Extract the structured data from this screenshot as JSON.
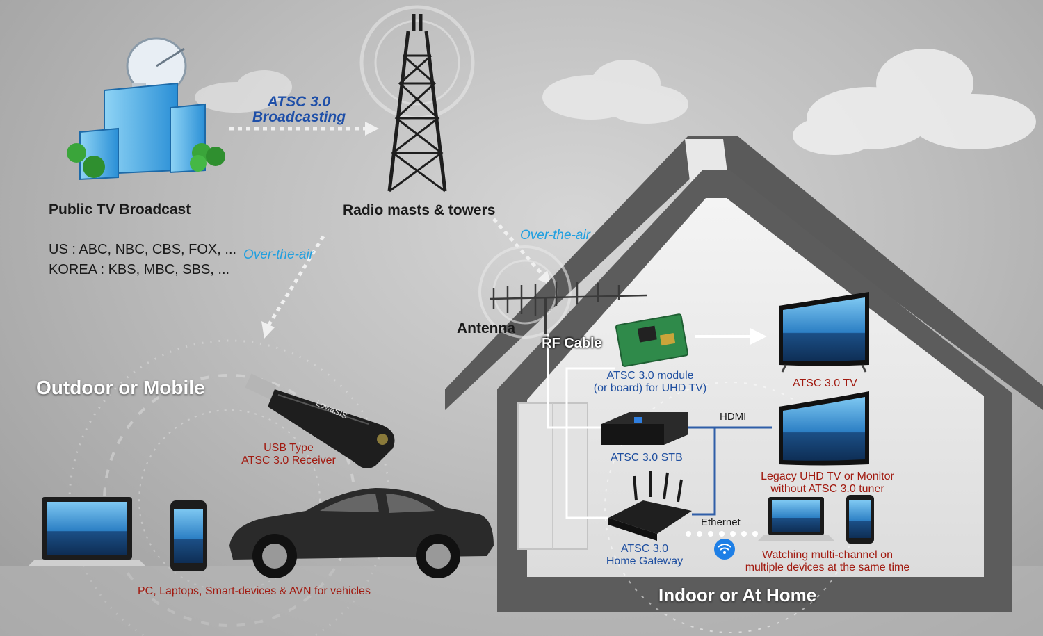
{
  "broadcast": {
    "title": "Public TV Broadcast",
    "line_us": "US : ABC, NBC, CBS, FOX, ...",
    "line_korea": "KOREA : KBS, MBC, SBS, ..."
  },
  "tower": {
    "label": "Radio masts & towers"
  },
  "arrows": {
    "broadcasting_line1": "ATSC 3.0",
    "broadcasting_line2": "Broadcasting",
    "ota_left": "Over-the-air",
    "ota_right": "Over-the-air"
  },
  "outdoor": {
    "title": "Outdoor or Mobile",
    "usb_line1": "USB Type",
    "usb_line2": "ATSC 3.0 Receiver",
    "usb_brand": "LowaSIS",
    "devices_label": "PC, Laptops, Smart-devices & AVN for vehicles"
  },
  "home": {
    "title": "Indoor or At Home",
    "antenna": "Antenna",
    "rf_cable": "RF Cable",
    "module_line1": "ATSC 3.0 module",
    "module_line2": "(or board) for UHD TV)",
    "tv_label": "ATSC 3.0 TV",
    "hdmi": "HDMI",
    "stb_label": "ATSC 3.0 STB",
    "legacy_line1": "Legacy UHD TV or Monitor",
    "legacy_line2": "without ATSC 3.0 tuner",
    "ethernet": "Ethernet",
    "gateway_line1": "ATSC 3.0",
    "gateway_line2": "Home Gateway",
    "watch_line1": "Watching multi-channel on",
    "watch_line2": "multiple devices at the same time"
  },
  "colors": {
    "red_label": "#a11a10",
    "blue_label": "#1f4fa0",
    "cyan_label": "#1f9fe0",
    "wifi": "#1e7fe6",
    "house_dark": "#555555"
  }
}
